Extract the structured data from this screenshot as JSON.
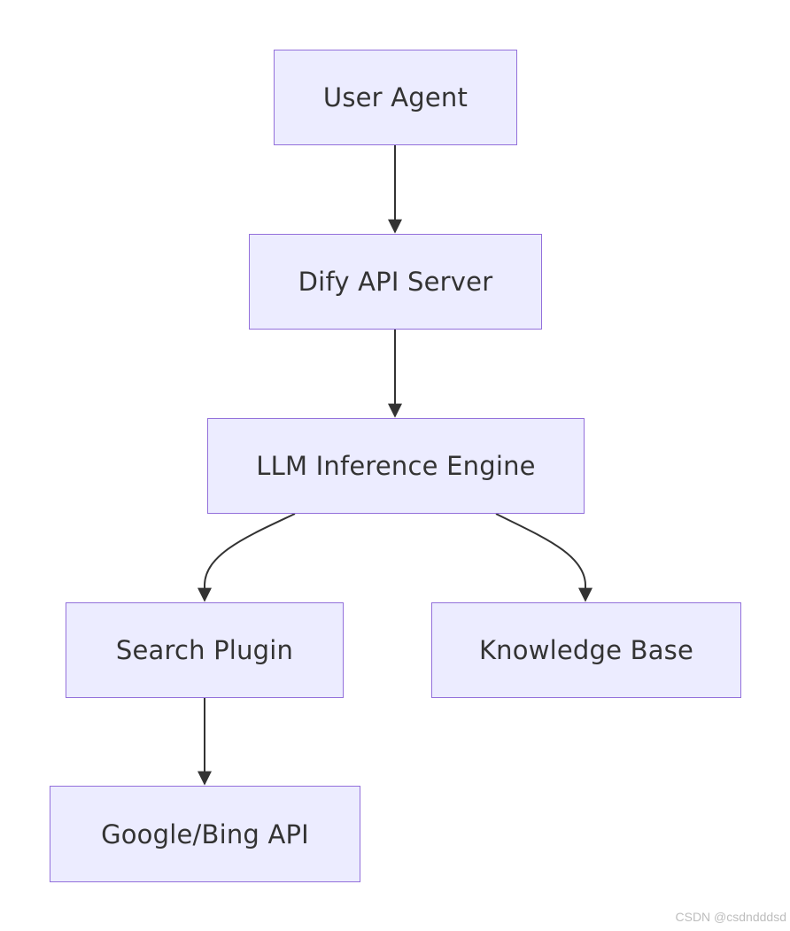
{
  "diagram": {
    "nodes": [
      {
        "id": "user-agent",
        "label": "User Agent"
      },
      {
        "id": "dify-api",
        "label": "Dify API Server"
      },
      {
        "id": "llm-engine",
        "label": "LLM Inference Engine"
      },
      {
        "id": "search-plugin",
        "label": "Search Plugin"
      },
      {
        "id": "knowledge-base",
        "label": "Knowledge Base"
      },
      {
        "id": "google-bing",
        "label": "Google/Bing API"
      }
    ],
    "edges": [
      {
        "from": "user-agent",
        "to": "dify-api"
      },
      {
        "from": "dify-api",
        "to": "llm-engine"
      },
      {
        "from": "llm-engine",
        "to": "search-plugin"
      },
      {
        "from": "llm-engine",
        "to": "knowledge-base"
      },
      {
        "from": "search-plugin",
        "to": "google-bing"
      }
    ],
    "colors": {
      "node_fill": "#ECECFF",
      "node_border": "#9370DB",
      "edge": "#333333",
      "text": "#333333"
    }
  },
  "watermark": "CSDN @csdndddsd"
}
